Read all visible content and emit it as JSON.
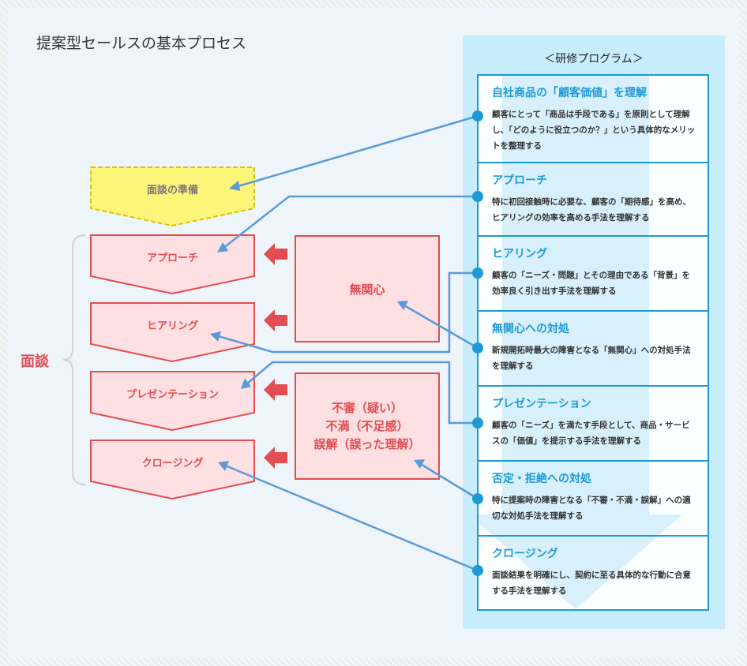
{
  "title": "提案型セールスの基本プロセス",
  "interview_label": "面談",
  "prep_label": "面談の準備",
  "steps": [
    {
      "label": "アプローチ"
    },
    {
      "label": "ヒアリング"
    },
    {
      "label": "プレゼンテーション"
    },
    {
      "label": "クロージング"
    }
  ],
  "obstacles": {
    "indifference": "無関心",
    "doubts": [
      "不審（疑い）",
      "不満（不足感）",
      "誤解（誤った理解）"
    ]
  },
  "program": {
    "title": "＜研修プログラム＞",
    "items": [
      {
        "title": "自社商品の「顧客価値」を理解",
        "desc": "顧客にとって「商品は手段である」を原則として理解し、「どのように役立つのか？」という具体的なメリットを整理する"
      },
      {
        "title": "アプローチ",
        "desc": "特に初回接触時に必要な、顧客の「期待感」を高め、ヒアリングの効率を高める手法を理解する"
      },
      {
        "title": "ヒアリング",
        "desc": "顧客の「ニーズ・問題」とその理由である「背景」を効率良く引き出す手法を理解する"
      },
      {
        "title": "無関心への対処",
        "desc": "新規開拓時最大の障害となる「無関心」への対処手法を理解する"
      },
      {
        "title": "プレゼンテーション",
        "desc": "顧客の「ニーズ」を満たす手段として、商品・サービスの「価値」を提示する手法を理解する"
      },
      {
        "title": "否定・拒絶への対処",
        "desc": "特に提案時の障害となる「不審・不満・誤解」への適切な対処手法を理解する"
      },
      {
        "title": "クロージング",
        "desc": "面談結果を明確にし、契約に至る具体的な行動に合意する手法を理解する"
      }
    ]
  },
  "colors": {
    "red": "#e14d51",
    "pink": "#ffe0e2",
    "blue": "#1d9ad6",
    "connector": "#5b9ad8",
    "yellow": "#fdf47a",
    "yellow_border": "#d9c400"
  }
}
